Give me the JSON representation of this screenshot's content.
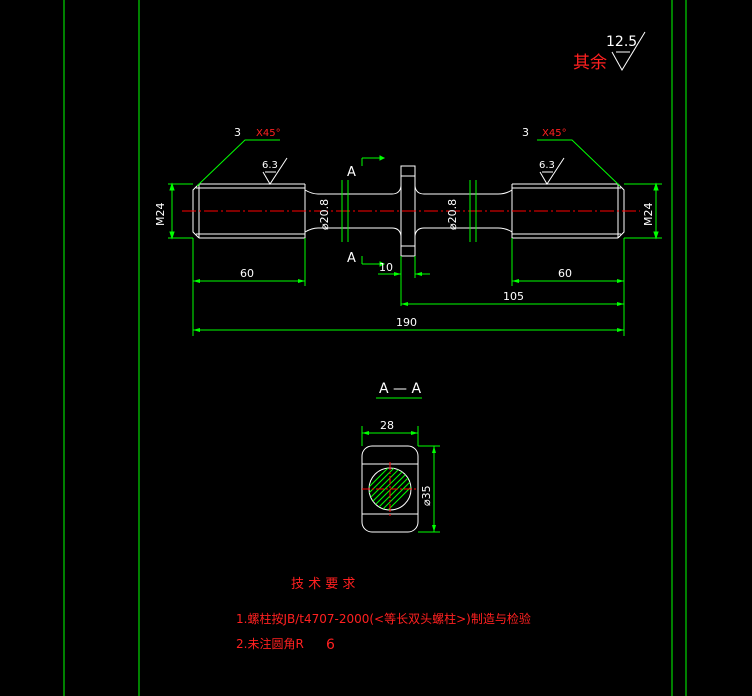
{
  "title_block": {
    "roughness_value": "12.5",
    "roughness_label": "其余"
  },
  "main_view": {
    "chamfer_left_size": "3",
    "chamfer_left_angle": "X45°",
    "chamfer_right_size": "3",
    "chamfer_right_angle": "X45°",
    "roughness_left": "6.3",
    "roughness_right": "6.3",
    "thread_left": "M24",
    "thread_right": "M24",
    "dia_left": "⌀20.8",
    "dia_right": "⌀20.8",
    "section_mark_top": "A",
    "section_mark_bottom": "A",
    "dim_collar": "10",
    "dim_left_thread": "60",
    "dim_right_thread": "60",
    "dim_right_length": "105",
    "dim_total": "190"
  },
  "section_view": {
    "label": "A — A",
    "width": "28",
    "diameter": "⌀35"
  },
  "notes": {
    "heading": "技 术 要 求",
    "line1": "1.螺柱按JB/t4707-2000(<等长双头螺柱>)制造与检验",
    "line2_prefix": "2.未注圆角R",
    "line2_value": "6"
  },
  "colors": {
    "frame": "#00ff00",
    "outline": "#ffffff",
    "dimension": "#00ff00",
    "centerline": "#ff0000",
    "annotation": "#ff2020"
  }
}
